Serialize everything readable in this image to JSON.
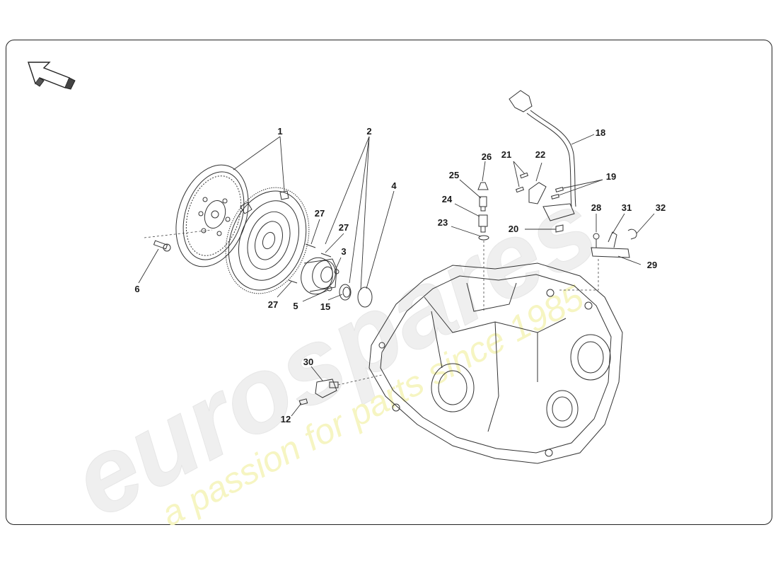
{
  "colors": {
    "line": "#333333",
    "watermark_gray": "#ececec",
    "watermark_yellow": "#f4f3b4"
  },
  "watermark": {
    "brand": "eurospares",
    "tagline": "a passion for parts since 1985"
  },
  "icons": {
    "nav": "back-arrow-icon"
  },
  "callouts": {
    "c1": "1",
    "c2": "2",
    "c3": "3",
    "c4": "4",
    "c5": "5",
    "c6": "6",
    "c12": "12",
    "c15": "15",
    "c18": "18",
    "c19": "19",
    "c20": "20",
    "c21": "21",
    "c22": "22",
    "c23": "23",
    "c24": "24",
    "c25": "25",
    "c26": "26",
    "c27a": "27",
    "c27b": "27",
    "c27c": "27",
    "c28": "28",
    "c29": "29",
    "c30": "30",
    "c31": "31",
    "c32": "32"
  }
}
